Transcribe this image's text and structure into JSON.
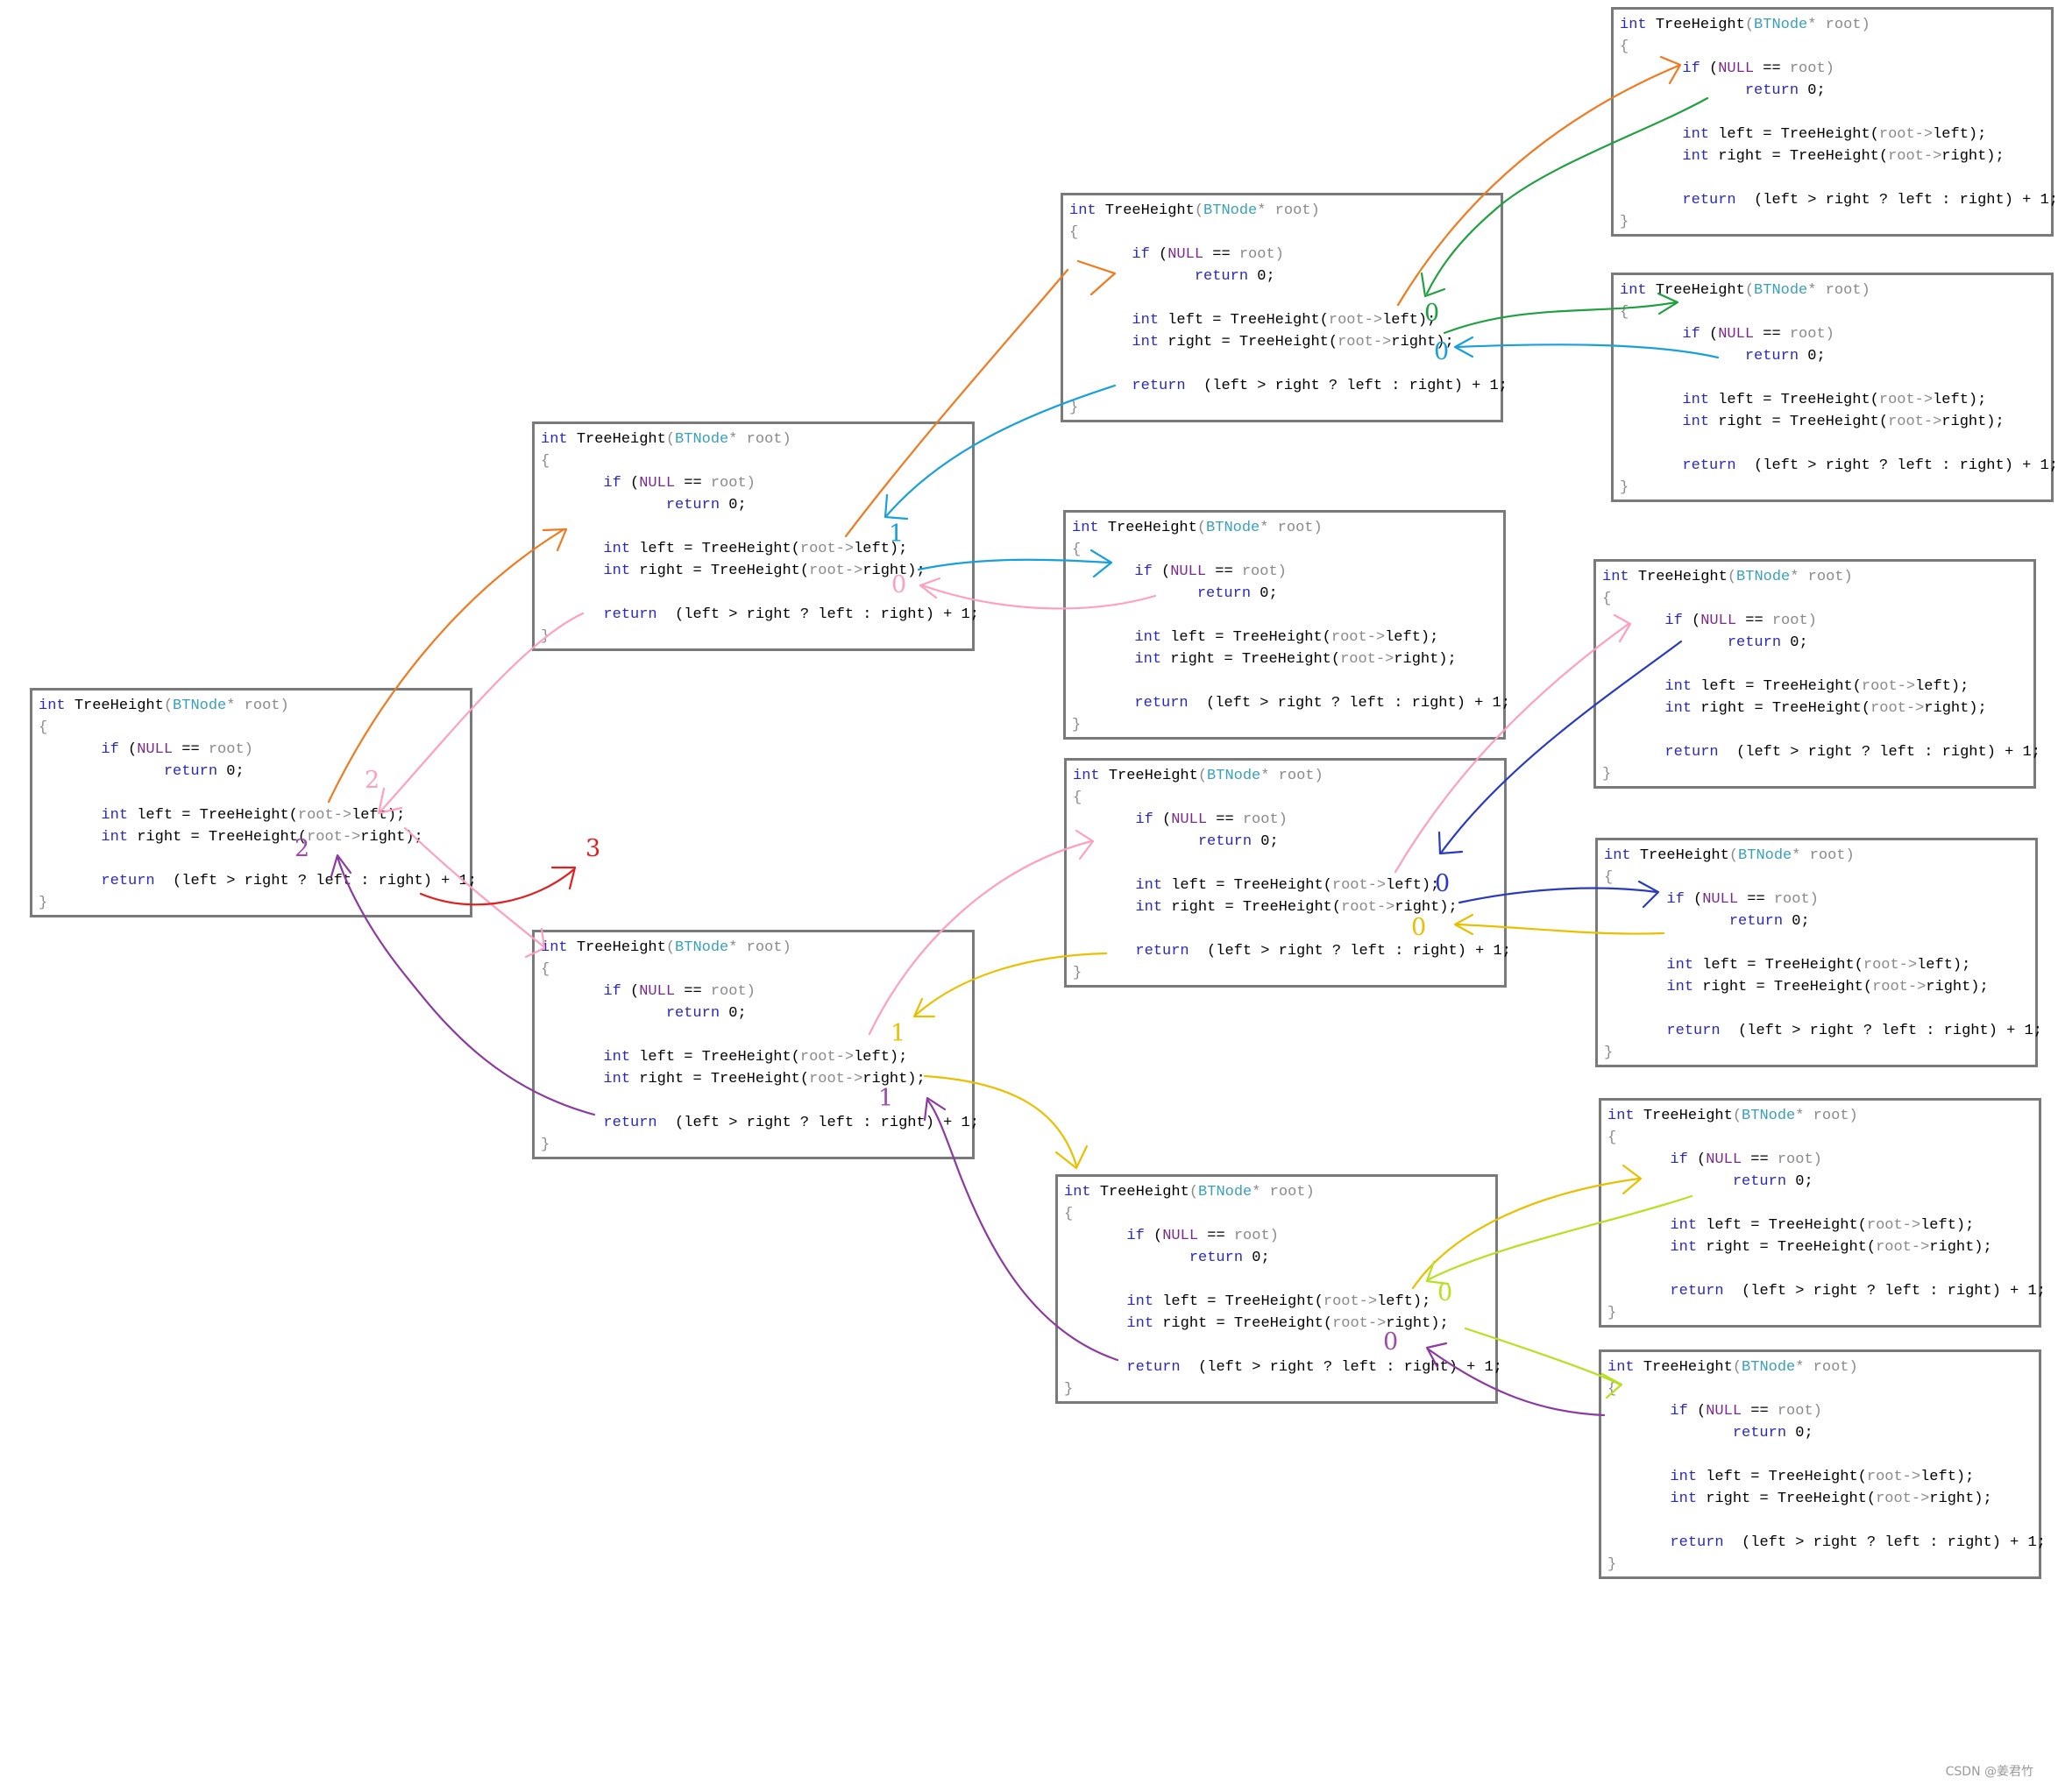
{
  "code": {
    "l1_int": "int",
    "l1_fn": "TreeHeight",
    "l1_open_paren": "(",
    "l1_type": "BTNode",
    "l1_star_param": "* root)",
    "l2": "{",
    "l3_if": "if",
    "l3_paren": "(",
    "l3_null": "NULL",
    "l3_eq": " == ",
    "l3_root": "root)",
    "l4_return": "return",
    "l4_zero": " 0;",
    "l5_int": "int",
    "l5_lhs": " left = TreeHeight(",
    "l5_arg": "root->",
    "l5_end": "left);",
    "l6_int": "int",
    "l6_lhs": " right = TreeHeight(",
    "l6_arg": "root->",
    "l6_end": "right);",
    "l7_return": "return",
    "l7_expr": "  (left > right ? left : right) + 1;",
    "l8": "}"
  },
  "frames": [
    {
      "id": "n1"
    },
    {
      "id": "n2"
    },
    {
      "id": "n3"
    },
    {
      "id": "n4"
    },
    {
      "id": "n5"
    },
    {
      "id": "n6"
    },
    {
      "id": "n7"
    },
    {
      "id": "n8"
    },
    {
      "id": "n9"
    },
    {
      "id": "n10"
    },
    {
      "id": "n11"
    },
    {
      "id": "n12"
    },
    {
      "id": "n13"
    }
  ],
  "labels": [
    {
      "text": "2",
      "color": "#ff9fc0"
    },
    {
      "text": "2",
      "color": "#a04aa8"
    },
    {
      "text": "3",
      "color": "#e02020"
    },
    {
      "text": "1",
      "color": "#1aa0d8"
    },
    {
      "text": "0",
      "color": "#ff9fc0"
    },
    {
      "text": "0",
      "color": "#20a040"
    },
    {
      "text": "0",
      "color": "#1aa0d8"
    },
    {
      "text": "0",
      "color": "#2a3ac0"
    },
    {
      "text": "0",
      "color": "#e8c000"
    },
    {
      "text": "1",
      "color": "#e8c000"
    },
    {
      "text": "1",
      "color": "#a04aa8"
    },
    {
      "text": "0",
      "color": "#b8e020"
    },
    {
      "text": "0",
      "color": "#a04aa8"
    }
  ],
  "arrow_colors": {
    "orange": "#f07a20",
    "pink": "#ff9fc0",
    "red": "#e02020",
    "purple": "#8a3aa0",
    "blue": "#1aa0d8",
    "green": "#20a040",
    "navy": "#2a3ac0",
    "yellow": "#e8c000",
    "lime": "#b8e020"
  },
  "watermark": "CSDN @姜君竹"
}
